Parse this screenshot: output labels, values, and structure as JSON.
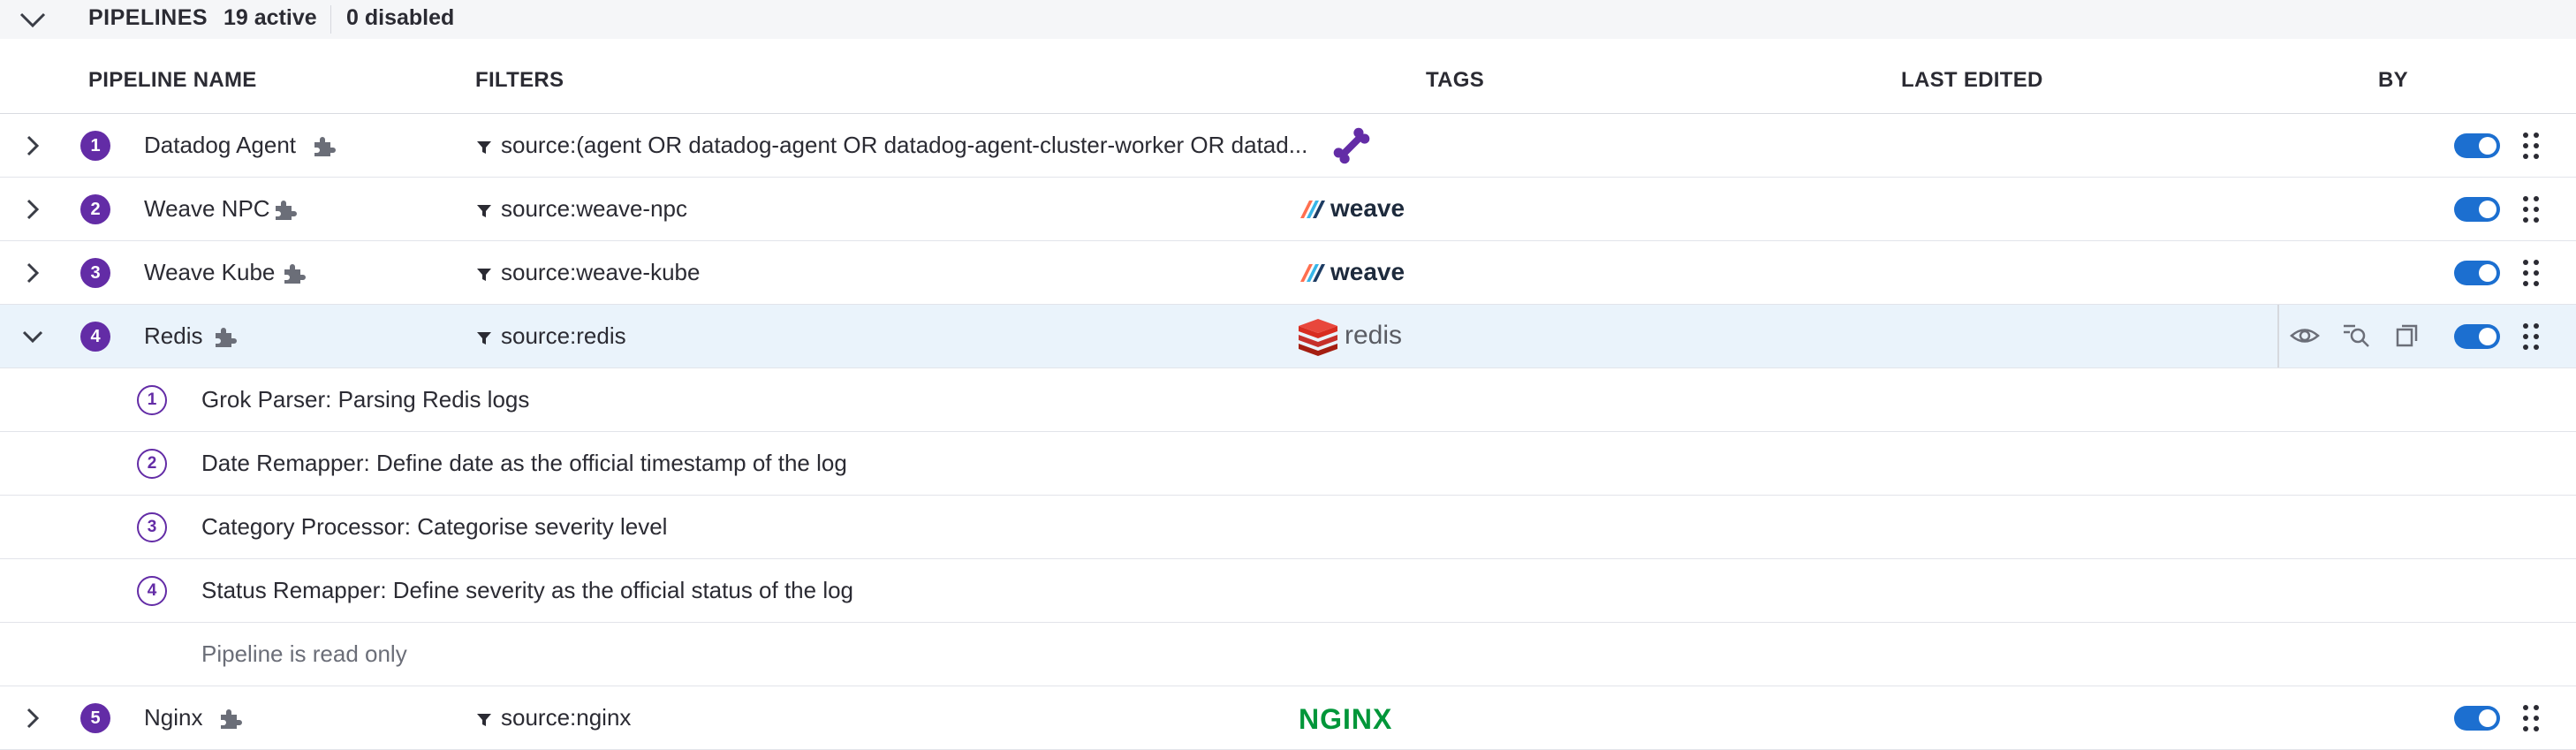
{
  "topbar": {
    "title": "PIPELINES",
    "active": "19 active",
    "disabled": "0 disabled"
  },
  "columns": {
    "name": "PIPELINE NAME",
    "filters": "FILTERS",
    "tags": "TAGS",
    "last_edited": "LAST EDITED",
    "by": "BY"
  },
  "pipelines": [
    {
      "index": "1",
      "name": "Datadog Agent",
      "filter": "source:(agent OR datadog-agent OR datadog-agent-cluster-worker OR datad...",
      "tag": "datadog-bone-logo",
      "enabled": true
    },
    {
      "index": "2",
      "name": "Weave NPC",
      "filter": "source:weave-npc",
      "tag": "weave",
      "enabled": true
    },
    {
      "index": "3",
      "name": "Weave Kube",
      "filter": "source:weave-kube",
      "tag": "weave",
      "enabled": true
    },
    {
      "index": "4",
      "name": "Redis",
      "filter": "source:redis",
      "tag": "redis",
      "enabled": true,
      "expanded": true
    },
    {
      "index": "5",
      "name": "Nginx",
      "filter": "source:nginx",
      "tag": "NGINX",
      "enabled": true
    }
  ],
  "processors": [
    {
      "index": "1",
      "label": "Grok Parser: Parsing Redis logs"
    },
    {
      "index": "2",
      "label": "Date Remapper: Define date as the official timestamp of the log"
    },
    {
      "index": "3",
      "label": "Category Processor: Categorise severity level"
    },
    {
      "index": "4",
      "label": "Status Remapper: Define severity as the official status of the log"
    }
  ],
  "readonly_note": "Pipeline is read only",
  "colors": {
    "badge": "#632ca6",
    "toggle": "#1c6fd0",
    "selected_row": "#eaf3fb",
    "nginx": "#009639",
    "redis": "#d82c20"
  },
  "icons": {
    "expand": "chevron-right-icon",
    "collapse": "chevron-down-icon",
    "integration": "puzzle-icon",
    "filter": "filter-funnel-icon",
    "view": "eye-icon",
    "clone": "clone-icon",
    "search": "search-pipeline-icon",
    "drag": "drag-handle-icon"
  }
}
